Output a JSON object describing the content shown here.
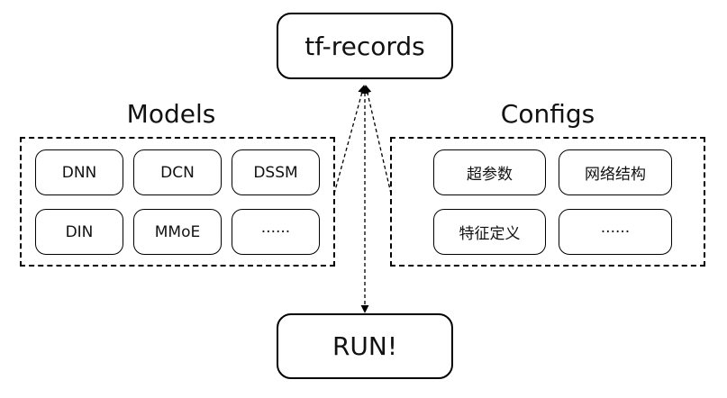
{
  "nodes": {
    "top": "tf-records",
    "bottom": "RUN!"
  },
  "models": {
    "heading": "Models",
    "items": [
      "DNN",
      "DCN",
      "DSSM",
      "DIN",
      "MMoE",
      "······"
    ]
  },
  "configs": {
    "heading": "Configs",
    "items": [
      "超参数",
      "网络结构",
      "特征定义",
      "······"
    ]
  }
}
